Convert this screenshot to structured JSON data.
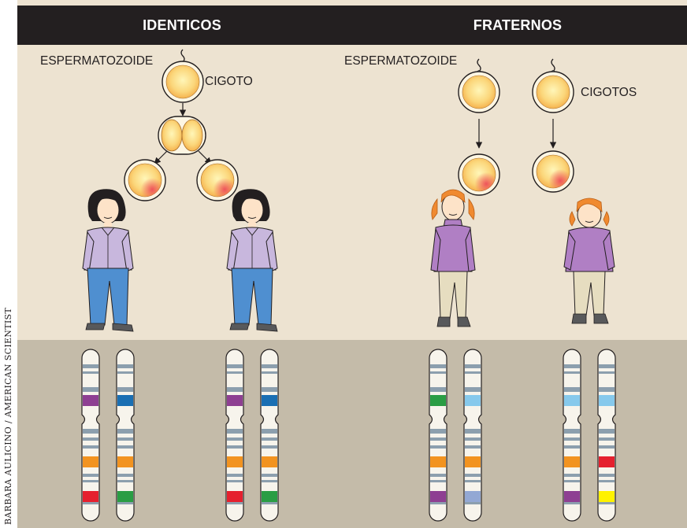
{
  "header": {
    "left_title": "IDENTICOS",
    "right_title": "FRATERNOS"
  },
  "labels": {
    "sperm_left": "ESPERMATOZOIDE",
    "zygote_left": "CIGOTO",
    "sperm_right": "ESPERMATOZOIDE",
    "zygotes_right": "CIGOTOS"
  },
  "credit": "BARBARA AULICINO / AMERICAN SCIENTIST",
  "colors": {
    "header_bg": "#231f20",
    "top_panel_bg": "#ede3d1",
    "bottom_panel_bg": "#c4bba9",
    "chromosome_fill": "#f7f4ec",
    "gray_band": "#8c9fae",
    "purple": "#8e3f92",
    "blue": "#1a6fb3",
    "orange": "#f29320",
    "red": "#e5202e",
    "green": "#2a9d44",
    "light_blue": "#86c9ec",
    "periwinkle": "#93a8d4",
    "yellow": "#fff200"
  },
  "chromosome_pairs": [
    {
      "twin": "identical-1",
      "chromosomes": [
        [
          "purple",
          "orange",
          "red"
        ],
        [
          "blue",
          "orange",
          "green"
        ]
      ]
    },
    {
      "twin": "identical-2",
      "chromosomes": [
        [
          "purple",
          "orange",
          "red"
        ],
        [
          "blue",
          "orange",
          "green"
        ]
      ]
    },
    {
      "twin": "fraternal-1",
      "chromosomes": [
        [
          "green",
          "orange",
          "purple"
        ],
        [
          "light_blue",
          "orange",
          "periwinkle"
        ]
      ]
    },
    {
      "twin": "fraternal-2",
      "chromosomes": [
        [
          "light_blue",
          "orange",
          "purple"
        ],
        [
          "light_blue",
          "red",
          "yellow"
        ]
      ]
    }
  ],
  "icons": {
    "egg": "egg-cell-icon",
    "sperm": "sperm-icon",
    "two_cell": "two-cell-embryo-icon",
    "identical_girl": "girl-dark-hair-icon",
    "fraternal_girl_a": "girl-pigtails-icon",
    "fraternal_girl_b": "girl-short-red-hair-icon"
  }
}
